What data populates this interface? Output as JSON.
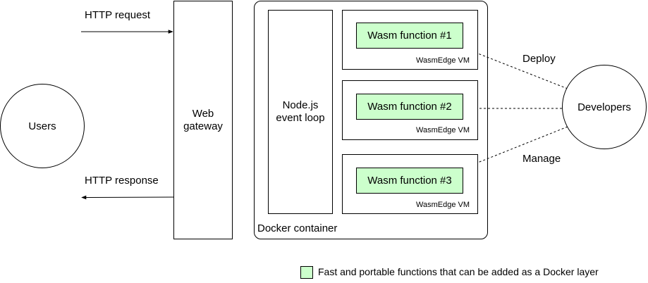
{
  "users": {
    "label": "Users"
  },
  "http": {
    "request_label": "HTTP request",
    "response_label": "HTTP response"
  },
  "gateway": {
    "label_line1": "Web",
    "label_line2": "gateway"
  },
  "docker": {
    "label": "Docker container"
  },
  "nodejs": {
    "label_line1": "Node.js",
    "label_line2": "event loop"
  },
  "vms": [
    {
      "function_label": "Wasm function #1",
      "vm_label": "WasmEdge VM"
    },
    {
      "function_label": "Wasm function #2",
      "vm_label": "WasmEdge VM"
    },
    {
      "function_label": "Wasm function #3",
      "vm_label": "WasmEdge VM"
    }
  ],
  "developers": {
    "label": "Developers",
    "deploy_label": "Deploy",
    "manage_label": "Manage"
  },
  "legend": {
    "text": "Fast and portable functions that can be added as a Docker layer",
    "color": "#ccffcc"
  },
  "colors": {
    "function_fill": "#ccffcc",
    "stroke": "#000000"
  }
}
